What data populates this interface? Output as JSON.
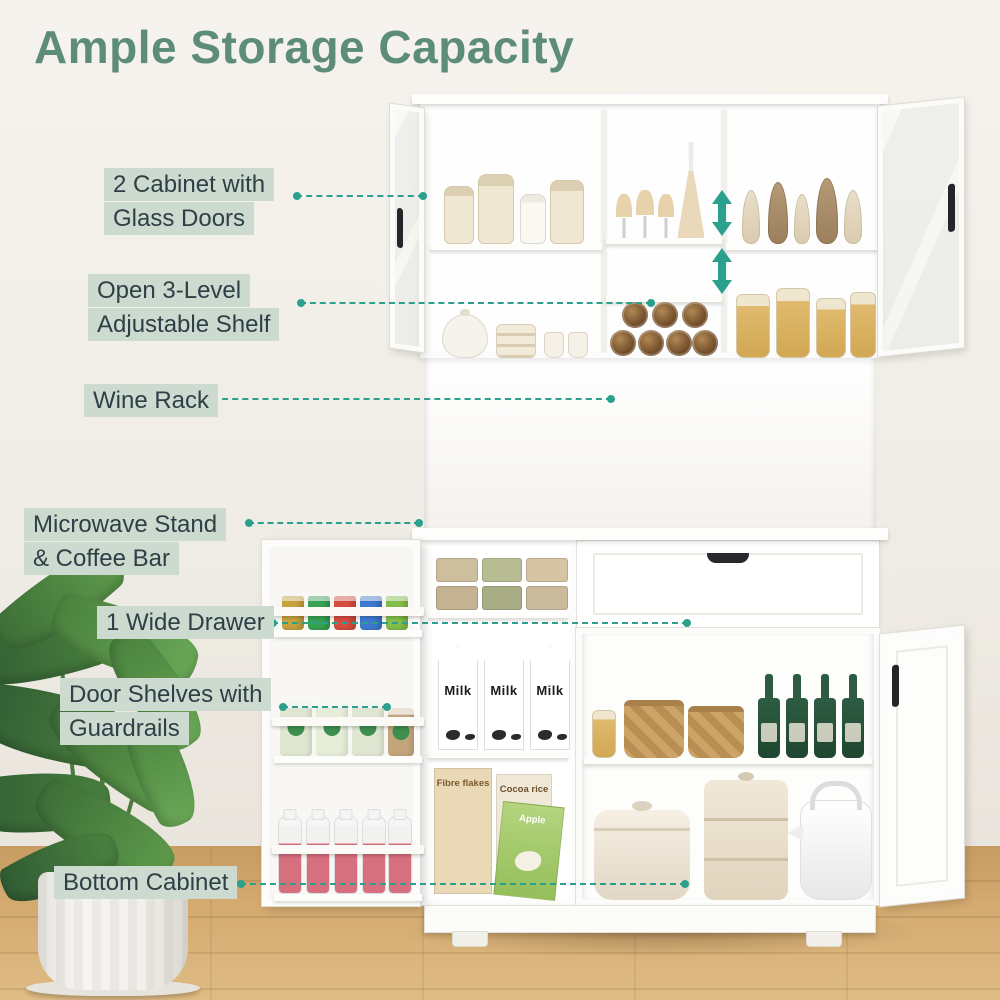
{
  "title": "Ample Storage Capacity",
  "callouts": [
    {
      "label": "2 Cabinet with Glass Doors",
      "target": "glass-door-cabinets"
    },
    {
      "label": "Open 3-Level Adjustable Shelf",
      "target": "adjustable-shelves"
    },
    {
      "label": "Wine Rack",
      "target": "wine-rack"
    },
    {
      "label": "Microwave Stand & Coffee Bar",
      "target": "microwave-stand-and-coffee-bar"
    },
    {
      "label": "1 Wide Drawer",
      "target": "wide-drawer"
    },
    {
      "label": "Door Shelves with Guardrails",
      "target": "door-shelves"
    },
    {
      "label": "Bottom Cabinet",
      "target": "bottom-cabinet"
    }
  ],
  "products": {
    "milk": "Milk",
    "cereal_fibre": "Fibre flakes",
    "cereal_cocoa": "Cocoa rice",
    "cereal_apple": "Apple"
  },
  "icons": {
    "shelf_adjust": "vertical-double-arrow"
  },
  "colors": {
    "title_green": "#5d8c79",
    "callout_bg": "#ccdad0",
    "callout_text": "#2e3f45",
    "leader_teal": "#2ba08d",
    "cabinet_white": "#ffffff",
    "oven_mint": "#d7e4d0",
    "floor_wood": "#d2a76f"
  }
}
